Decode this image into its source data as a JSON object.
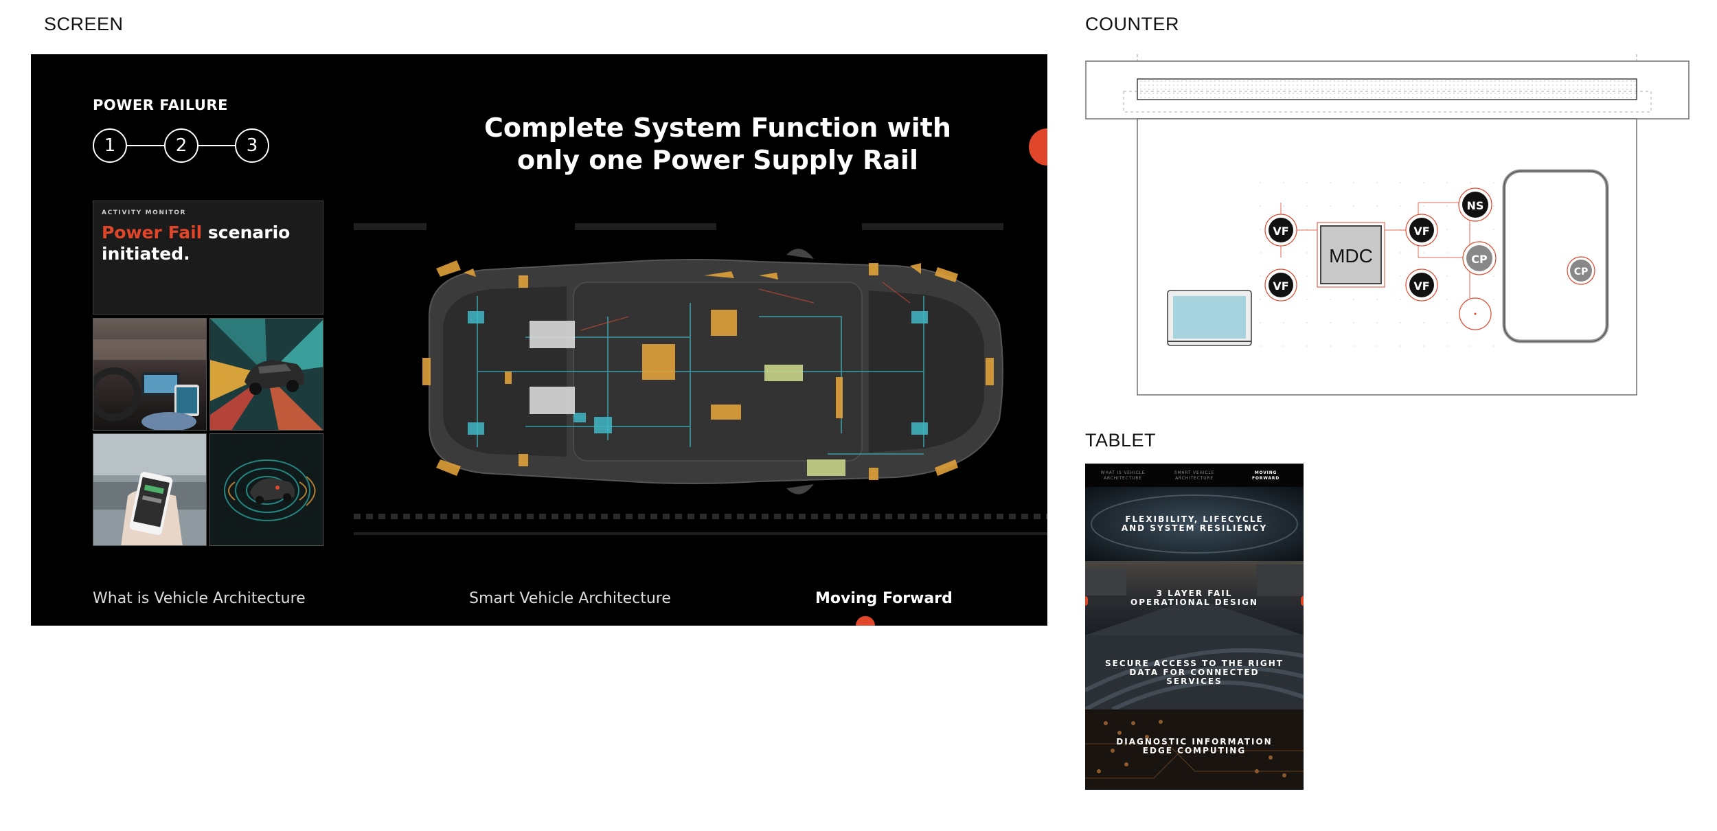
{
  "labels": {
    "screen": "SCREEN",
    "counter": "COUNTER",
    "tablet": "TABLET"
  },
  "screen": {
    "scenario_title": "POWER FAILURE",
    "steps": [
      "1",
      "2",
      "3"
    ],
    "headline_line1": "Complete System Function with",
    "headline_line2": "only one Power Supply Rail",
    "activity_monitor": {
      "label": "ACTIVITY MONITOR",
      "highlight": "Power Fail",
      "message_rest": " scenario initiated."
    },
    "nav": [
      {
        "label": "What is Vehicle Architecture"
      },
      {
        "label": "Smart Vehicle Architecture"
      },
      {
        "label": "Moving Forward",
        "active": true
      }
    ],
    "colors": {
      "accent": "#e0462a",
      "module_orange": "#e0a13a",
      "module_cyan": "#3fb7c4",
      "module_green": "#c9d48a"
    }
  },
  "counter": {
    "nodes": {
      "vf": "VF",
      "mdc": "MDC",
      "ns": "NS",
      "cp": "CP"
    }
  },
  "tablet": {
    "nav": [
      {
        "line1": "WHAT IS VEHICLE",
        "line2": "ARCHITECTURE"
      },
      {
        "line1": "SMART VEHICLE",
        "line2": "ARCHITECTURE"
      },
      {
        "line1": "MOVING",
        "line2": "FORWARD",
        "active": true
      }
    ],
    "cards": [
      {
        "title": "FLEXIBILITY, LIFECYCLE\nAND SYSTEM RESILIENCY"
      },
      {
        "title": "3 LAYER FAIL\nOPERATIONAL DESIGN"
      },
      {
        "title": "SECURE ACCESS TO THE RIGHT\nDATA FOR CONNECTED SERVICES"
      },
      {
        "title": "DIAGNOSTIC INFORMATION\nEDGE COMPUTING"
      }
    ]
  }
}
